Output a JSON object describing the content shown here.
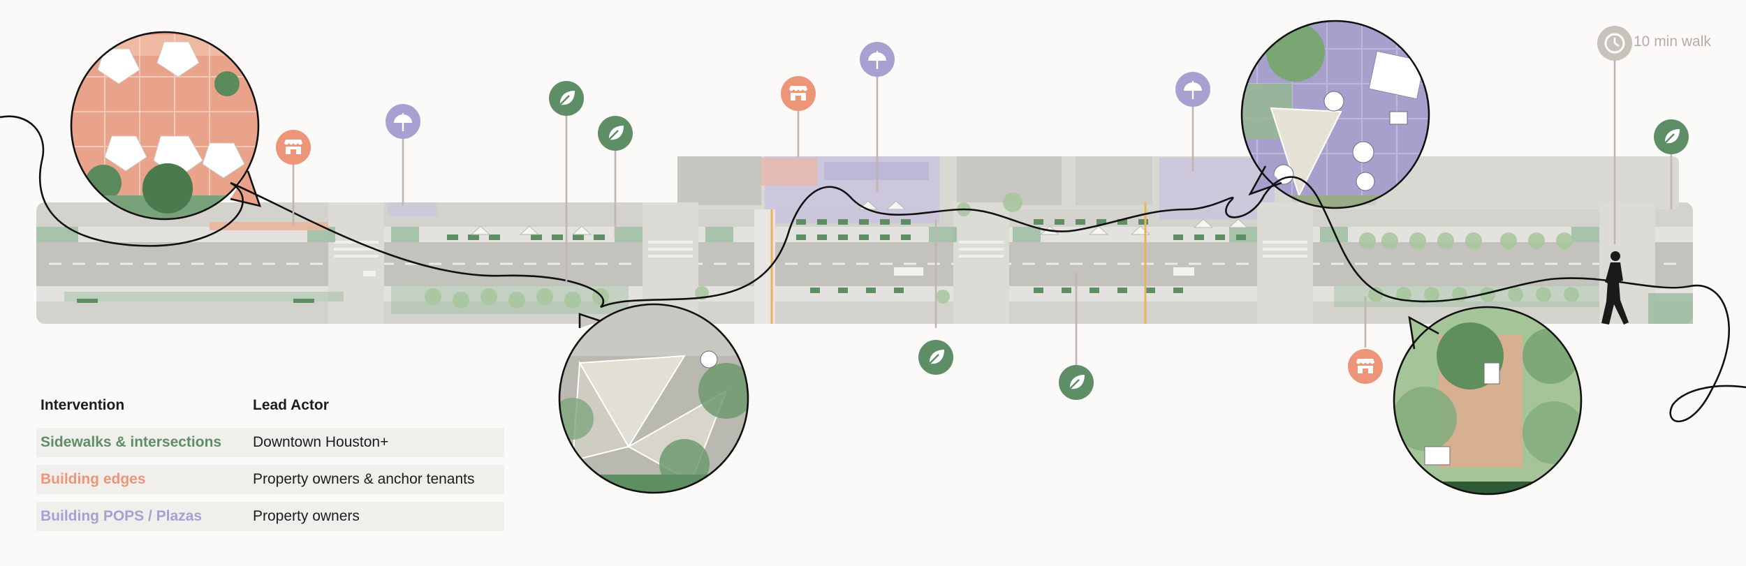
{
  "walk": {
    "label": "10 min walk"
  },
  "legend": {
    "headers": {
      "intervention": "Intervention",
      "lead_actor": "Lead Actor"
    },
    "rows": [
      {
        "intervention": "Sidewalks & intersections",
        "actor": "Downtown Houston+",
        "color": "#5e8e66"
      },
      {
        "intervention": "Building edges",
        "actor": "Property owners & anchor tenants",
        "color": "#ec9579"
      },
      {
        "intervention": "Building POPS / Plazas",
        "actor": "Property owners",
        "color": "#a8a0d0"
      }
    ]
  },
  "icons": [
    {
      "type": "storefront-icon",
      "category": "Building edges",
      "color": "#ec9579"
    },
    {
      "type": "umbrella-icon",
      "category": "Building POPS / Plazas",
      "color": "#a8a0d0"
    },
    {
      "type": "leaf-icon",
      "category": "Sidewalks & intersections",
      "color": "#5e8e66"
    },
    {
      "type": "clock-icon",
      "category": "walk time",
      "color": "#c9c2bb"
    },
    {
      "type": "pedestrian-icon",
      "category": "walker",
      "color": "#1a1a1a"
    }
  ]
}
